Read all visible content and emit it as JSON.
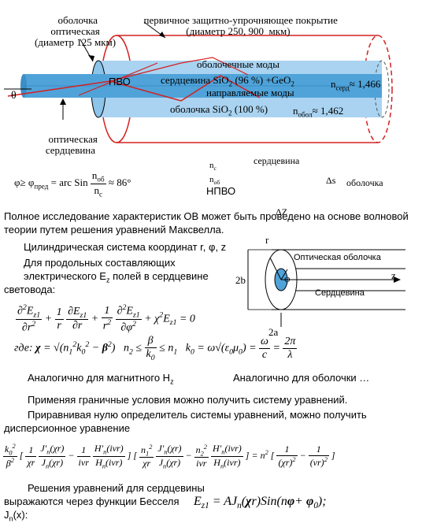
{
  "fiber_diagram": {
    "label_cladding_optical": "оболочка\nоптическая\n(диаметр 125 мкм)",
    "label_coating": "первичное защитно-упрочняющее покрытие\n(диаметр 250, 900  мкм)",
    "label_cladding_modes": "оболочечные моды",
    "label_core": "сердцевина  SiO",
    "label_core_comp": "(96 %) +GeO",
    "label_guided_modes": "направляемые моды",
    "label_cladding": "оболочка    SiO",
    "label_cladding_comp": "(100 %)",
    "n_core": "n",
    "n_core_sub": "серд",
    "n_core_val": "≈ 1,466",
    "n_clad": "n",
    "n_clad_sub": "обол",
    "n_clad_val": "≈ 1,462",
    "pvo": "ПВО",
    "theta": "θ",
    "label_optical_core": "оптическая\nсердцевина"
  },
  "tir_formula": {
    "phi": "φ≥ φ",
    "phi_sub": "пред",
    "eq": "= arc Sin",
    "num": "n",
    "num_sub": "об",
    "den": "n",
    "den_sub": "с",
    "approx": "≈ 86°"
  },
  "npvo_diagram": {
    "n_top": "n",
    "n_bottom": "n",
    "npvo": "НПВО",
    "core": "сердцевина",
    "delta_s": "Δs",
    "cladding": "оболочка",
    "delta_z": "ΔZ"
  },
  "text": {
    "p1": "Полное исследование характеристик ОВ может быть проведено на основе волновой теории путем решения уравнений Максвелла.",
    "p2": "Цилиндрическая система координат  r, φ, z",
    "p3a": "Для продольных составляющих",
    "p3b": "электрического E",
    "p3b_sub": "z",
    "p3c": " полей в   сердцевине",
    "p3d": "световода:",
    "where": "где:",
    "analog_h": "Аналогично для  магнитного H",
    "analog_h_sub": "z",
    "analog_clad": "Аналогично для оболочки …",
    "p4": "Применяя граничные условия можно получить систему уравнений.",
    "p5": "Приравнивая нулю  определитель  системы  уравнений,  можно   получить дисперсионное уравнение",
    "p6a": "Решения уравнений для сердцевины",
    "p6b": "выражаются через функции Бесселя",
    "p6c": "J",
    "p6c_sub": "n",
    "p6c_end": "(x):"
  },
  "cyl_diagram": {
    "r": "r",
    "phi": "φ",
    "z": "z",
    "two_b": "2b",
    "two_a": "2a",
    "optical_cladding": "Оптическая оболочка",
    "core": "Сердцевина"
  },
  "colors": {
    "core_blue": "#4fa3d9",
    "core_blue_light": "#a9d3f0",
    "red": "#d42020",
    "line_blue": "#1a6fbf"
  }
}
